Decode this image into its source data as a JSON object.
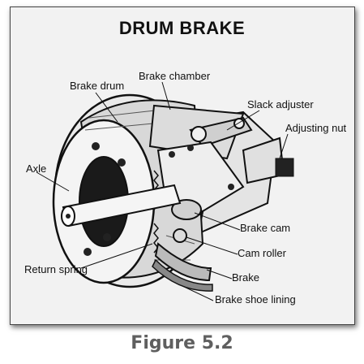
{
  "title": "DRUM BRAKE",
  "caption": "Figure 5.2",
  "labels": {
    "brake_drum": "Brake drum",
    "brake_chamber": "Brake chamber",
    "slack_adjuster": "Slack adjuster",
    "adjusting_nut": "Adjusting nut",
    "axle": "Axle",
    "brake_cam": "Brake cam",
    "cam_roller": "Cam roller",
    "return_spring": "Return spring",
    "brake": "Brake",
    "brake_shoe_lining": "Brake shoe lining"
  }
}
